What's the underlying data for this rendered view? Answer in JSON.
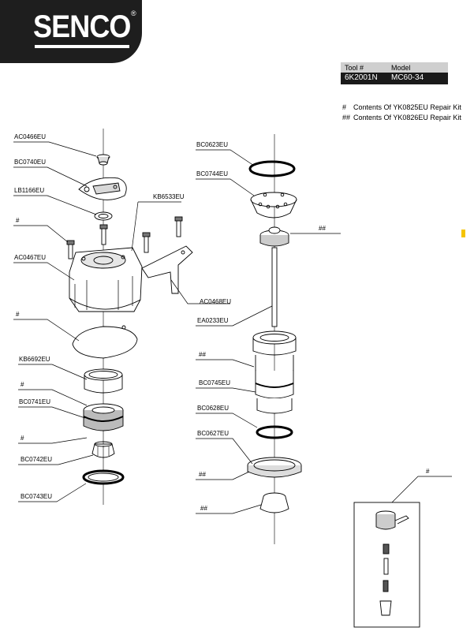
{
  "brand": {
    "logo_text": "SENCO",
    "registered_mark": "®"
  },
  "tool_table": {
    "col1_header": "Tool #",
    "col2_header": "Model",
    "tool_number": "6K2001N",
    "model": "MC60-34"
  },
  "legend": [
    {
      "mark": "#",
      "text": "Contents Of YK0825EU Repair Kit"
    },
    {
      "mark": "##",
      "text": "Contents Of YK0826EU Repair Kit"
    }
  ],
  "callouts": {
    "ac0466eu": "AC0466EU",
    "bc0740eu": "BC0740EU",
    "lb1166eu": "LB1166EU",
    "kb6533eu": "KB6533EU",
    "hash_screws": "#",
    "ac0467eu": "AC0467EU",
    "ac0468eu": "AC0468EU",
    "hash_gasket": "#",
    "kb6692eu": "KB6692EU",
    "hash_ring": "#",
    "bc0741eu": "BC0741EU",
    "hash_oring": "#",
    "bc0742eu": "BC0742EU",
    "bc0743eu": "BC0743EU",
    "bc0623eu": "BC0623EU",
    "bc0744eu": "BC0744EU",
    "hh_piston_top": "##",
    "ea0233eu": "EA0233EU",
    "hh_cylinder": "##",
    "bc0745eu": "BC0745EU",
    "bc0628eu": "BC0628EU",
    "bc0627eu": "BC0627EU",
    "hh_bumper": "##",
    "hh_driver_base": "##",
    "hash_valve": "#"
  },
  "colors": {
    "logo_bg": "#1e1e1e",
    "table_row": "#1a1a1a",
    "table_head": "#cfcfcf",
    "marker": "#f5c400"
  }
}
